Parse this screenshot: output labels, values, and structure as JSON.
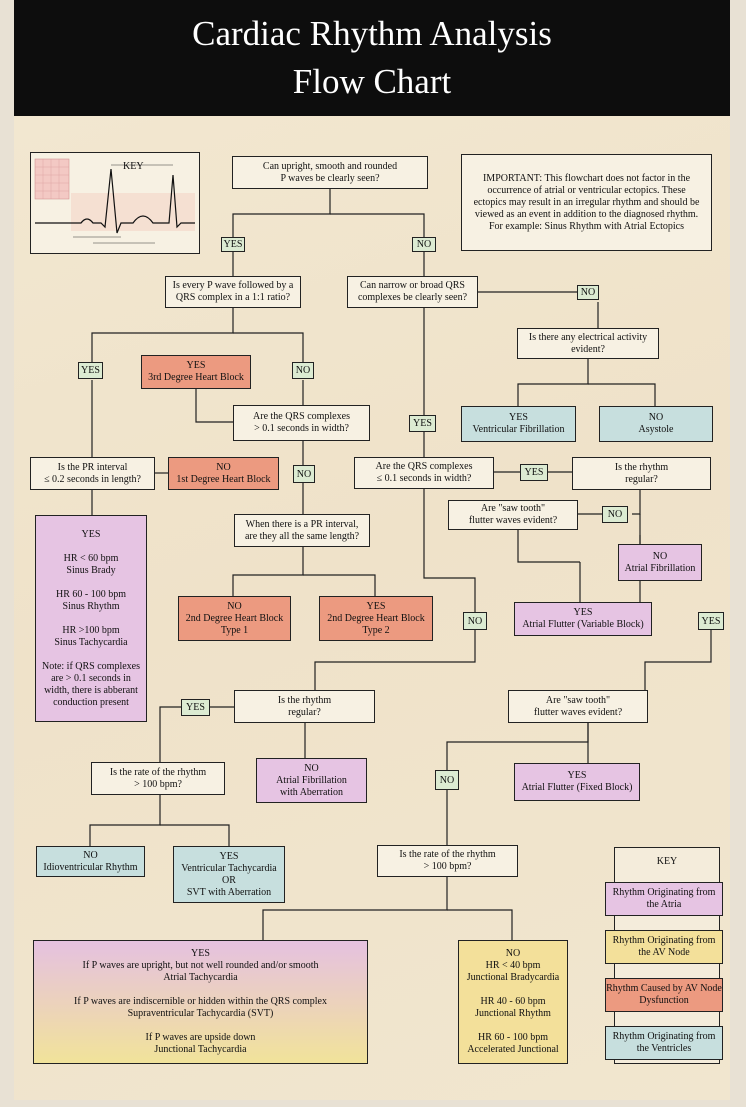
{
  "title": {
    "line1": "Cardiac Rhythm Analysis",
    "line2": "Flow Chart"
  },
  "key_image": {
    "label": "KEY"
  },
  "important_note": "IMPORTANT: This flowchart does not factor in the occurrence of atrial or ventricular ectopics. These ectopics may result in an irregular rhythm and should be viewed as an event in addition to the diagnosed rhythm. For example: Sinus Rhythm with Atrial Ectopics",
  "nodes": {
    "q_pwaves": "Can upright, smooth and rounded\nP waves be clearly seen?",
    "q_every_p": "Is every P wave followed by a\nQRS complex in a 1:1 ratio?",
    "q_narrow_broad": "Can narrow or broad QRS\ncomplexes be clearly seen?",
    "q_electrical": "Is there any electrical activity\nevident?",
    "r_vfib": "YES\nVentricular Fibrillation",
    "r_asystole": "NO\nAsystole",
    "r_3rd_degree": "YES\n3rd Degree Heart Block",
    "q_qrs_wide": "Are the QRS complexes\n> 0.1 seconds in width?",
    "q_pr_interval": "Is the PR interval\n≤ 0.2 seconds in length?",
    "r_1st_degree": "NO\n1st Degree Heart Block",
    "q_qrs_narrow": "Are the QRS complexes\n≤ 0.1 seconds in width?",
    "q_regular_right": "Is the rhythm\nregular?",
    "q_sawtooth_irregular": "Are \"saw tooth\"\nflutter waves evident?",
    "r_afib": "NO\nAtrial Fibrillation",
    "r_flutter_variable": "YES\nAtrial Flutter (Variable Block)",
    "r_sinus": "YES\n\nHR < 60 bpm\nSinus Brady\n\nHR 60 - 100 bpm\nSinus Rhythm\n\nHR >100 bpm\nSinus Tachycardia\n\nNote: if QRS complexes are > 0.1 seconds in width, there is abberant conduction present",
    "q_pr_same": "When there is a PR interval,\nare they all the same length?",
    "r_2nd_type1": "NO\n2nd Degree Heart Block\nType 1",
    "r_2nd_type2": "YES\n2nd Degree Heart Block\nType 2",
    "q_regular_left": "Is the rhythm\nregular?",
    "r_afib_aberration": "NO\nAtrial Fibrillation\nwith Aberration",
    "q_rate_left": "Is the rate of the rhythm\n> 100 bpm?",
    "r_idioventricular": "NO\nIdioventricular Rhythm",
    "r_vtach": "YES\nVentricular Tachycardia\nOR\nSVT with Aberration",
    "q_sawtooth_regular": "Are \"saw tooth\"\nflutter waves evident?",
    "r_flutter_fixed": "YES\nAtrial Flutter (Fixed Block)",
    "q_rate_right": "Is the rate of the rhythm\n> 100 bpm?",
    "r_svt": "YES\nIf P waves are upright, but not well rounded and/or smooth\nAtrial Tachycardia\n\nIf P waves are indiscernible or hidden within the QRS complex\nSupraventricular Tachycardia (SVT)\n\nIf P waves are upside down\nJunctional Tachycardia",
    "r_junctional": "NO\nHR < 40 bpm\nJunctional Bradycardia\n\nHR 40 - 60 bpm\nJunctional Rhythm\n\nHR 60 - 100 bpm\nAccelerated Junctional"
  },
  "tags": {
    "yes": "YES",
    "no": "NO"
  },
  "legend": {
    "title": "KEY",
    "items": [
      {
        "label": "Rhythm Originating\nfrom the Atria",
        "color": "#e6c4e3"
      },
      {
        "label": "Rhythm Originating\nfrom the AV Node",
        "color": "#f3e09a"
      },
      {
        "label": "Rhythm Caused by\nAV Node Dysfunction",
        "color": "#ec9a80"
      },
      {
        "label": "Rhythm Originating\nfrom the Ventricles",
        "color": "#c7dfde"
      }
    ]
  },
  "colors": {
    "atria": "#e6c4e3",
    "av_node": "#f3e09a",
    "av_dysfunction": "#ec9a80",
    "ventricles": "#c7dfde",
    "yes_no_tag": "#dcebd2"
  }
}
